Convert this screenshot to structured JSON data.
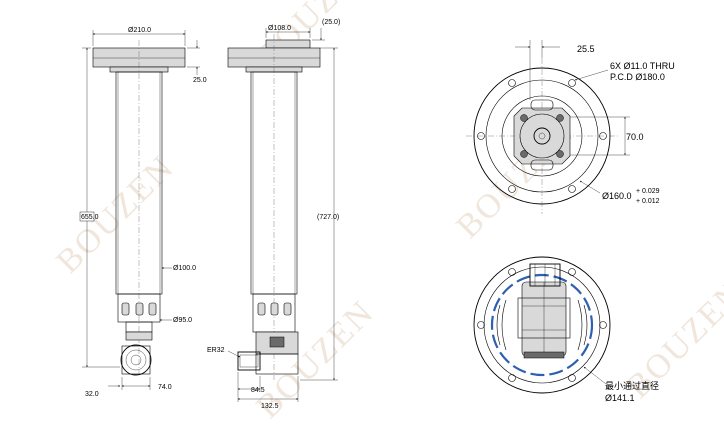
{
  "watermark": "BOUZEN",
  "front_view": {
    "flange_dia": "Ø210.0",
    "flange_thk": "25.0",
    "length": "655.0",
    "tube_dia": "Ø100.0",
    "lower_dia": "Ø95.0",
    "bottom_width": "74.0",
    "bottom_offset": "32.0"
  },
  "side_view": {
    "top_dia": "Ø108.0",
    "top_thk": "(25.0)",
    "total_length": "(727.0)",
    "connector": "ER32",
    "width_a": "84.5",
    "width_b": "132.5"
  },
  "top_view": {
    "offset": "25.5",
    "holes_line1": "6X Ø11.0 THRU",
    "holes_line2": "P.C.D Ø180.0",
    "square": "70.0",
    "pilot_dia": "Ø160.0",
    "tol_plus": "+ 0.029",
    "tol_minus": "+ 0.012"
  },
  "bottom_view": {
    "label": "最小通过直径",
    "min_dia": "Ø141.1"
  }
}
